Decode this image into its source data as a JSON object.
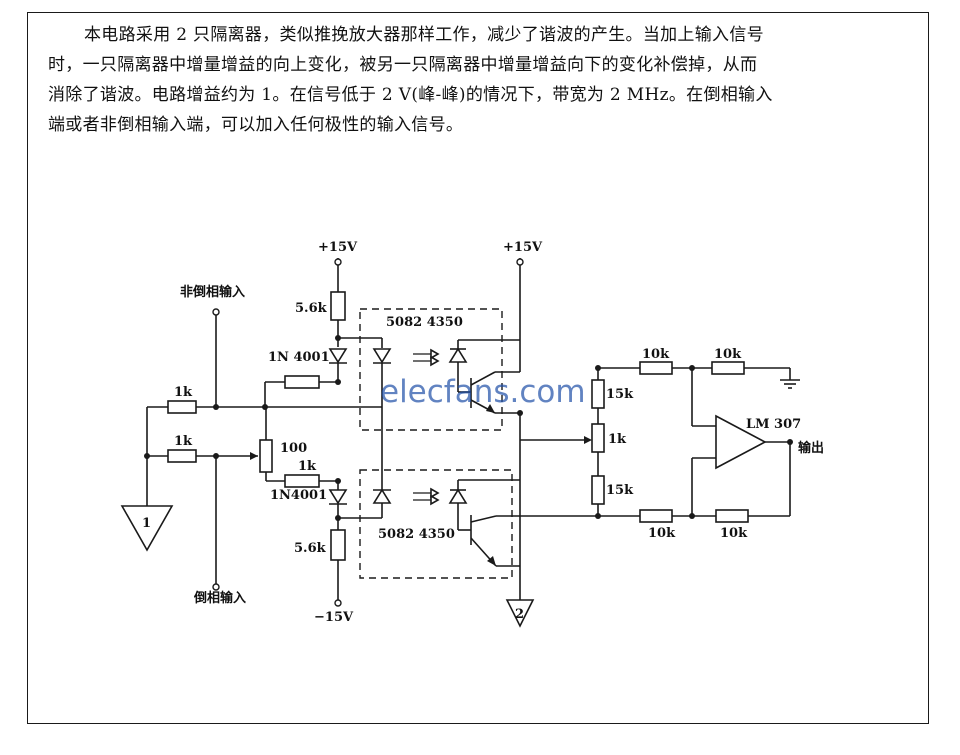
{
  "description": {
    "lines": [
      "本电路采用 2 只隔离器，类似推挽放大器那样工作，减少了谐波的产生。当加上输入信号",
      "时，一只隔离器中增量增益的向上变化，被另一只隔离器中增量增益向下的变化补偿掉，从而",
      "消除了谐波。电路增益约为 1。在信号低于 2 V(峰-峰)的情况下，带宽为 2 MHz。在倒相输入",
      "端或者非倒相输入端，可以加入任何极性的输入信号。"
    ]
  },
  "labels": {
    "plus15_left": "+15V",
    "plus15_right": "+15V",
    "minus15": "−15V",
    "noninv_input": "非倒相输入",
    "inv_input": "倒相输入",
    "r_top_5k6": "5.6k",
    "r_bot_5k6": "5.6k",
    "iso_top": "5082 4350",
    "iso_bot": "5082 4350",
    "diode_top": "1N 4001",
    "diode_bot": "1N4001",
    "r_1k_top": "1k",
    "r_1k_mid": "1k",
    "r_1k_bot": "1k",
    "pot_100": "100",
    "r_15k_top": "15k",
    "pot_1k": "1k",
    "r_15k_bot": "15k",
    "r_10k_1": "10k",
    "r_10k_2": "10k",
    "r_10k_3": "10k",
    "r_10k_4": "10k",
    "opamp": "LM 307",
    "output": "输出",
    "ground1": "1",
    "ground2": "2"
  },
  "watermark": "elecfans.com"
}
